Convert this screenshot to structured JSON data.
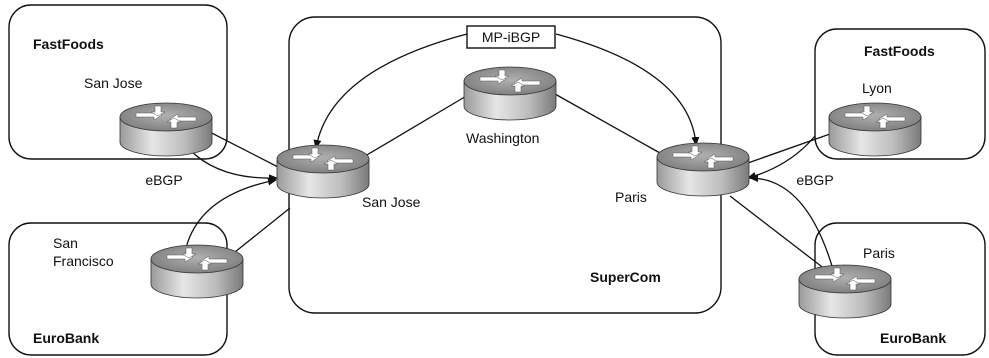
{
  "regions": {
    "fastfoods_sj": {
      "title": "FastFoods"
    },
    "eurobank_sf": {
      "title": "EuroBank"
    },
    "supercom": {
      "title": "SuperCom"
    },
    "fastfoods_lyon": {
      "title": "FastFoods"
    },
    "eurobank_paris": {
      "title": "EuroBank"
    }
  },
  "routers": {
    "ce_sanjose": "San Jose",
    "ce_sanfrancisco_line1": "San",
    "ce_sanfrancisco_line2": "Francisco",
    "pe_sanjose": "San Jose",
    "p_washington": "Washington",
    "pe_paris": "Paris",
    "ce_lyon": "Lyon",
    "ce_paris": "Paris"
  },
  "sessions": {
    "ibgp": "MP-iBGP",
    "ebgp_left": "eBGP",
    "ebgp_right": "eBGP"
  },
  "colors": {
    "line": "#111111",
    "router_top": "#8a8a8a",
    "router_side": "#c9c9c9"
  }
}
